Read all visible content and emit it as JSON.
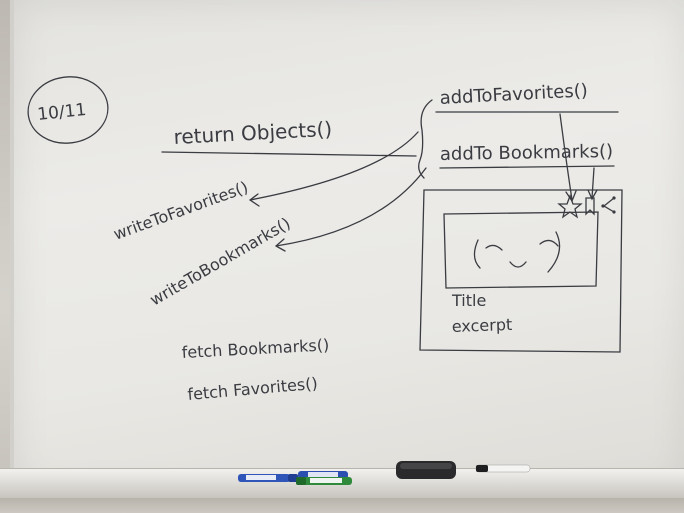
{
  "whiteboard": {
    "date": "10/11",
    "center_heading": "return Objects()",
    "left_calls": [
      "writeToFavorites()",
      "writeToBookmarks()"
    ],
    "fetch_calls": [
      "fetch Bookmarks()",
      "fetch Favorites()"
    ],
    "right_calls": [
      "addToFavorites()",
      "addTo Bookmarks()"
    ],
    "card": {
      "title": "Title",
      "excerpt": "excerpt"
    }
  },
  "tray": {
    "items": [
      "blue-marker",
      "green-marker",
      "eraser",
      "black-marker"
    ]
  },
  "colors": {
    "ink": "#3a3c42",
    "board": "#eae9e5",
    "blue_marker": "#2f55b8",
    "green_marker": "#2f8a3c",
    "eraser": "#2a2a2c"
  }
}
